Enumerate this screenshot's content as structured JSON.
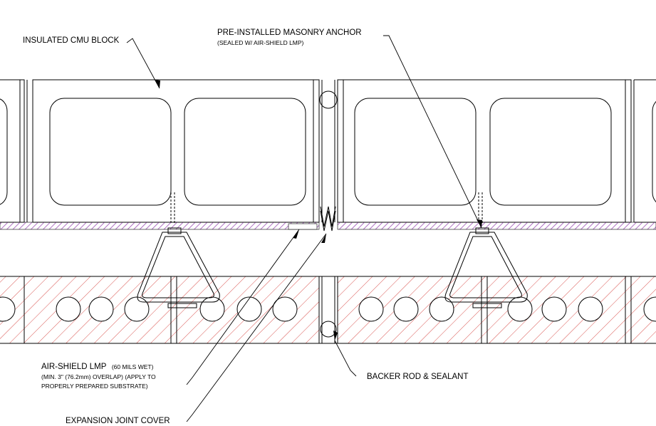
{
  "labels": {
    "cmu_block": "INSULATED CMU BLOCK",
    "anchor_title": "PRE-INSTALLED MASONRY ANCHOR",
    "anchor_sub": "(SEALED W/ AIR-SHIELD LMP)",
    "lmp_title": "AIR-SHIELD LMP",
    "lmp_title_small": "(60 MILS WET)",
    "lmp_line2": "(MIN. 3\" (76.2mm) OVERLAP) (APPLY TO",
    "lmp_line3": "PROPERLY PREPARED SUBSTRATE)",
    "backer": "BACKER ROD & SEALANT",
    "expansion": "EXPANSION JOINT COVER"
  },
  "colors": {
    "line": "#000000",
    "brick_hatch": "#d9534f",
    "membrane_hatch": "#9b4fb5"
  }
}
